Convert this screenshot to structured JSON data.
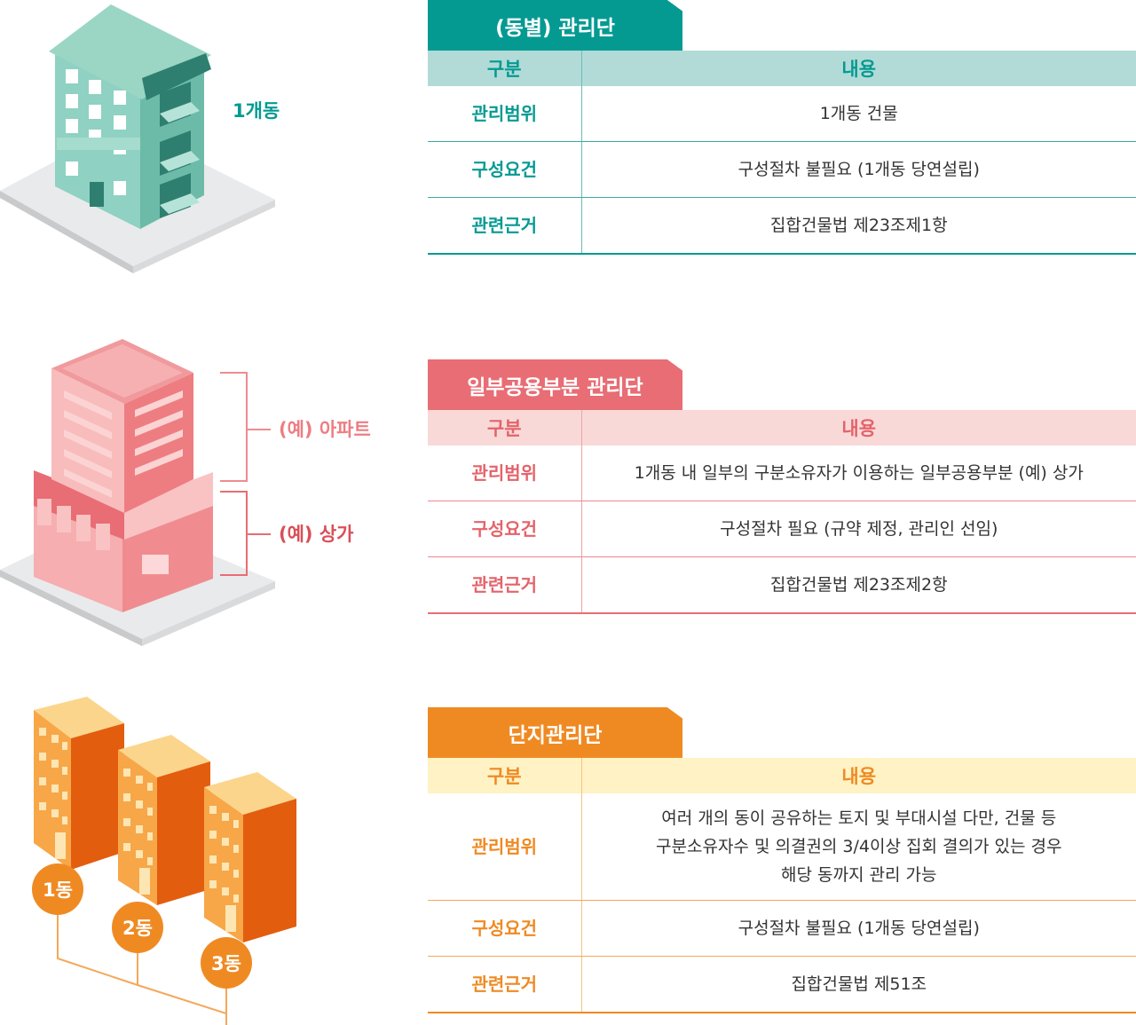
{
  "colors": {
    "green": "#049a92",
    "pink": "#e86d74",
    "orange": "#ef8a23"
  },
  "illustrations": {
    "single": {
      "label": "1개동"
    },
    "mixed": {
      "upper_label": "(예) 아파트",
      "lower_label": "(예) 상가"
    },
    "complex": {
      "badges": [
        "1동",
        "2동",
        "3동"
      ]
    }
  },
  "sections": [
    {
      "title": "(동별) 관리단",
      "headers": [
        "구분",
        "내용"
      ],
      "rows": [
        {
          "label": "관리범위",
          "content": [
            "1개동 건물"
          ]
        },
        {
          "label": "구성요건",
          "content": [
            "구성절차 불필요 (1개동 당연설립)"
          ]
        },
        {
          "label": "관련근거",
          "content": [
            "집합건물법 제23조제1항"
          ]
        }
      ]
    },
    {
      "title": "일부공용부분 관리단",
      "headers": [
        "구분",
        "내용"
      ],
      "rows": [
        {
          "label": "관리범위",
          "content": [
            "1개동 내 일부의 구분소유자가 이용하는 일부공용부분 (예) 상가"
          ]
        },
        {
          "label": "구성요건",
          "content": [
            "구성절차 필요 (규약 제정, 관리인 선임)"
          ]
        },
        {
          "label": "관련근거",
          "content": [
            "집합건물법 제23조제2항"
          ]
        }
      ]
    },
    {
      "title": "단지관리단",
      "headers": [
        "구분",
        "내용"
      ],
      "rows": [
        {
          "label": "관리범위",
          "content": [
            "여러 개의 동이 공유하는 토지 및 부대시설 다만, 건물 등",
            "구분소유자수 및 의결권의 3/4이상 집회 결의가 있는 경우",
            "해당 동까지 관리 가능"
          ]
        },
        {
          "label": "구성요건",
          "content": [
            "구성절차 불필요 (1개동 당연설립)"
          ]
        },
        {
          "label": "관련근거",
          "content": [
            "집합건물법 제51조"
          ]
        }
      ]
    }
  ]
}
